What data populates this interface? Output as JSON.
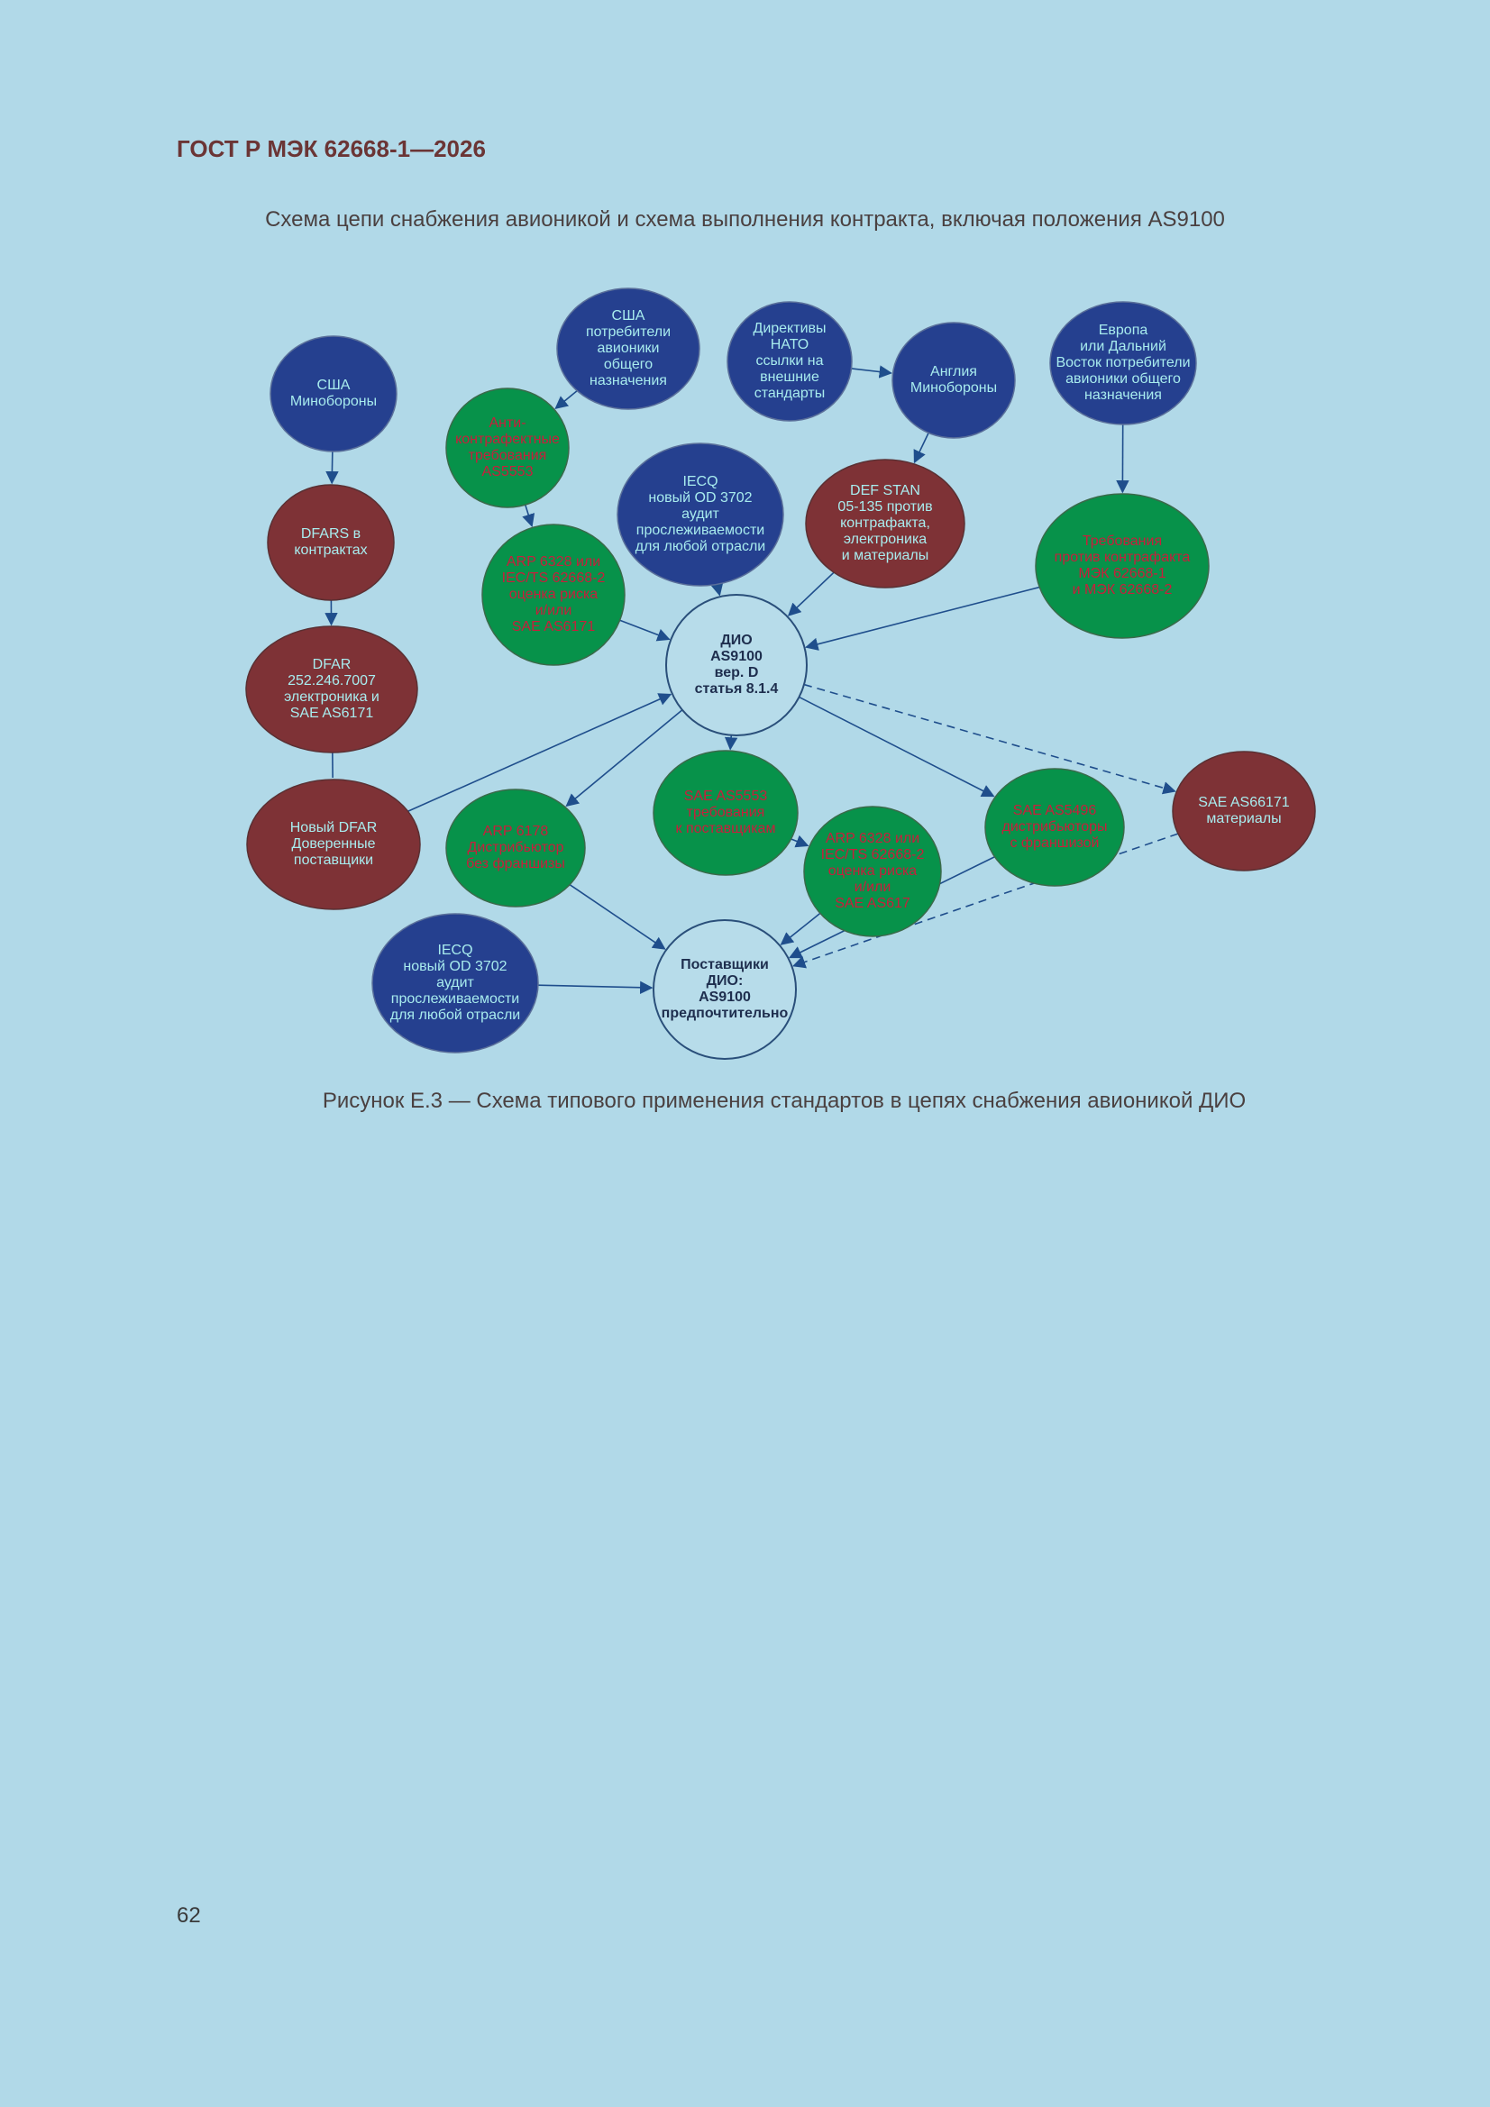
{
  "header": {
    "doc_code": "ГОСТ Р МЭК 62668-1—2026"
  },
  "diagram": {
    "title": "Схема цепи снабжения авионикой и схема выполнения контракта, включая положения AS9100",
    "caption": "Рисунок Е.3 — Схема типового применения стандартов в цепях снабжения авионикой ДИО",
    "colors": {
      "blue": "#25408f",
      "green": "#07924a",
      "red": "#7e3236",
      "light": "#b7dcea",
      "text_light": "#a8ecee",
      "text_red": "#c81e3c",
      "text_dark": "#1e2e4e",
      "edge": "#1f4e8c"
    },
    "nodes": [
      {
        "id": "us-dod",
        "color": "blue",
        "lines": [
          "США",
          "Минобороны"
        ]
      },
      {
        "id": "us-consumers",
        "color": "blue",
        "lines": [
          "США",
          "потребители",
          "авионики",
          "общего",
          "назначения"
        ]
      },
      {
        "id": "nato",
        "color": "blue",
        "lines": [
          "Директивы",
          "НАТО",
          "ссылки на",
          "внешние",
          "стандарты"
        ]
      },
      {
        "id": "uk-mod",
        "color": "blue",
        "lines": [
          "Англия",
          "Минобороны"
        ]
      },
      {
        "id": "europe",
        "color": "blue",
        "lines": [
          "Европа",
          "или Дальний",
          "Восток потребители",
          "авионики общего",
          "назначения"
        ]
      },
      {
        "id": "anti-cf",
        "color": "green",
        "lines": [
          "Анти-",
          "контрафектные",
          "требования",
          "AS5553"
        ]
      },
      {
        "id": "dfars",
        "color": "red",
        "lines": [
          "DFARS в",
          "контрактах"
        ]
      },
      {
        "id": "iecq-top",
        "color": "blue",
        "lines": [
          "IECQ",
          "новый OD 3702",
          "аудит",
          "прослеживаемости",
          "для любой отрасли"
        ]
      },
      {
        "id": "def-stan",
        "color": "red",
        "lines": [
          "DEF STAN",
          "05-135 против",
          "контрафакта,",
          "электроника",
          "и материалы"
        ]
      },
      {
        "id": "req-iec",
        "color": "green",
        "lines": [
          "Требования",
          "против контрафакта",
          "МЭК 62668-1",
          "и МЭК 62668-2"
        ]
      },
      {
        "id": "arp6328-top",
        "color": "green",
        "lines": [
          "ARP 6328 или",
          "IEC/TS 62668-2",
          "оценка риска",
          "и/или",
          "SAE AS6171"
        ]
      },
      {
        "id": "dio",
        "color": "light",
        "lines": [
          "ДИО",
          "AS9100",
          "вер. D",
          "статья 8.1.4"
        ]
      },
      {
        "id": "dfar-252",
        "color": "red",
        "lines": [
          "DFAR",
          "252.246.7007",
          "электроника и",
          "SAE AS6171"
        ]
      },
      {
        "id": "new-dfar",
        "color": "red",
        "lines": [
          "Новый DFAR",
          "Доверенные",
          "поставщики"
        ]
      },
      {
        "id": "arp6178",
        "color": "green",
        "lines": [
          "ARP  6178",
          "Дистрибьютор",
          "без франшизы"
        ]
      },
      {
        "id": "as5553-req",
        "color": "green",
        "lines": [
          "SAE AS5553",
          "требования",
          "к поставщикам"
        ]
      },
      {
        "id": "arp6328-bot",
        "color": "green",
        "lines": [
          "ARP 6328 или",
          "IEC/TS 62668-2",
          "оценка риска",
          "и/или",
          "SAE AS617"
        ]
      },
      {
        "id": "as5496",
        "color": "green",
        "lines": [
          "SAE AS5496",
          "дистрибьюторы",
          "с франшизой"
        ]
      },
      {
        "id": "as6171-mat",
        "color": "red",
        "lines": [
          "SAE AS66171",
          "материалы"
        ]
      },
      {
        "id": "iecq-bot",
        "color": "blue",
        "lines": [
          "IECQ",
          "новый OD 3702",
          "аудит",
          "прослеживаемости",
          "для любой отрасли"
        ]
      },
      {
        "id": "suppliers",
        "color": "light",
        "lines": [
          "Поставщики",
          "ДИО:",
          "AS9100",
          "предпочтительно"
        ]
      }
    ],
    "edges": [
      {
        "from": "us-dod",
        "to": "dfars"
      },
      {
        "from": "dfars",
        "to": "dfar-252"
      },
      {
        "from": "dfar-252",
        "to": "new-dfar",
        "arrow": false
      },
      {
        "from": "us-consumers",
        "to": "anti-cf"
      },
      {
        "from": "anti-cf",
        "to": "arp6328-top"
      },
      {
        "from": "nato",
        "to": "uk-mod"
      },
      {
        "from": "uk-mod",
        "to": "def-stan"
      },
      {
        "from": "europe",
        "to": "req-iec"
      },
      {
        "from": "iecq-top",
        "to": "dio"
      },
      {
        "from": "def-stan",
        "to": "dio"
      },
      {
        "from": "arp6328-top",
        "to": "dio"
      },
      {
        "from": "req-iec",
        "to": "dio"
      },
      {
        "from": "new-dfar",
        "to": "dio"
      },
      {
        "from": "dio",
        "to": "as5553-req"
      },
      {
        "from": "dio",
        "to": "arp6178"
      },
      {
        "from": "dio",
        "to": "as5496"
      },
      {
        "from": "dio",
        "to": "as6171-mat",
        "dashed": true
      },
      {
        "from": "as5553-req",
        "to": "arp6328-bot"
      },
      {
        "from": "arp6178",
        "to": "suppliers"
      },
      {
        "from": "arp6328-bot",
        "to": "suppliers"
      },
      {
        "from": "as5496",
        "to": "suppliers"
      },
      {
        "from": "iecq-bot",
        "to": "suppliers"
      },
      {
        "from": "as6171-mat",
        "to": "suppliers",
        "dashed": true
      }
    ]
  },
  "footer": {
    "page_number": "62"
  }
}
